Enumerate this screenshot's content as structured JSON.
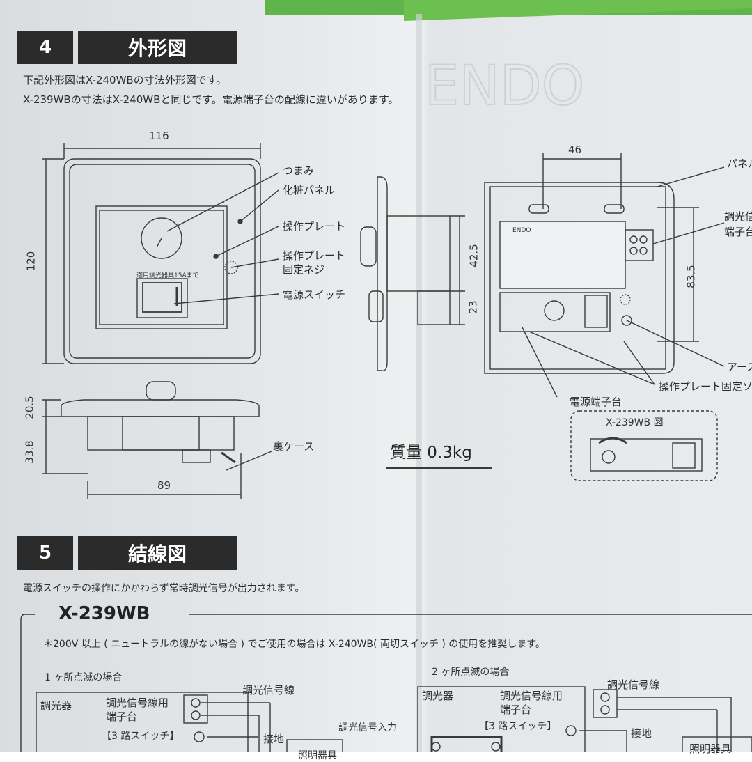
{
  "section4": {
    "number": "4",
    "title": "外形図",
    "desc1": "下記外形図はX-240WBの寸法外形図です。",
    "desc2": "X-239WBの寸法はX-240WBと同じです。電源端子台の配線に違いがあります。",
    "dims": {
      "width_top": "116",
      "height_left": "120",
      "depth_panel": "20.5",
      "depth_case": "33.8",
      "width_bottom": "89",
      "side_upper": "42.5",
      "side_lower": "23",
      "rear_width": "46",
      "rear_height": "83.5"
    },
    "labels": {
      "knob": "つまみ",
      "panel": "化粧パネル",
      "plate": "操作プレート",
      "plate_screw_1": "操作プレート",
      "plate_screw_2": "固定ネジ",
      "power_switch": "電源スイッチ",
      "back_case": "裏ケース",
      "front_caption": "適用調光器具15Aまで",
      "rear_panel": "パネル",
      "rear_terminal_1": "調光信",
      "rear_terminal_2": "端子台",
      "rear_earth": "アース",
      "rear_plate_screw": "操作プレート固定ソ",
      "rear_power_terminal": "電源端子台",
      "inset_title": "X-239WB 図",
      "label_brand": "ENDO"
    },
    "weight": "質量 0.3kg"
  },
  "section5": {
    "number": "5",
    "title": "結線図",
    "desc": "電源スイッチの操作にかかわらず常時調光信号が出力されます。",
    "model": "X-239WB",
    "note": "＊200V 以上 ( ニュートラルの線がない場合 ) でご使用の場合は X-240WB( 両切スイッチ ) の使用を推奨します。",
    "case1": {
      "title": "1 ヶ所点滅の場合",
      "dimmer": "調光器",
      "terminal_1": "調光信号線用",
      "terminal_2": "端子台",
      "signal_line": "調光信号線",
      "signal_input": "調光信号入力",
      "switch3": "【3 路スイッチ】",
      "ground": "接地",
      "fixture": "照明器具"
    },
    "case2": {
      "title": "2 ヶ所点滅の場合",
      "dimmer": "調光器",
      "terminal_1": "調光信号線用",
      "terminal_2": "端子台",
      "signal_line": "調光信号線",
      "switch3": "【3 路スイッチ】",
      "ground": "接地",
      "fixture": "照明器具"
    }
  }
}
